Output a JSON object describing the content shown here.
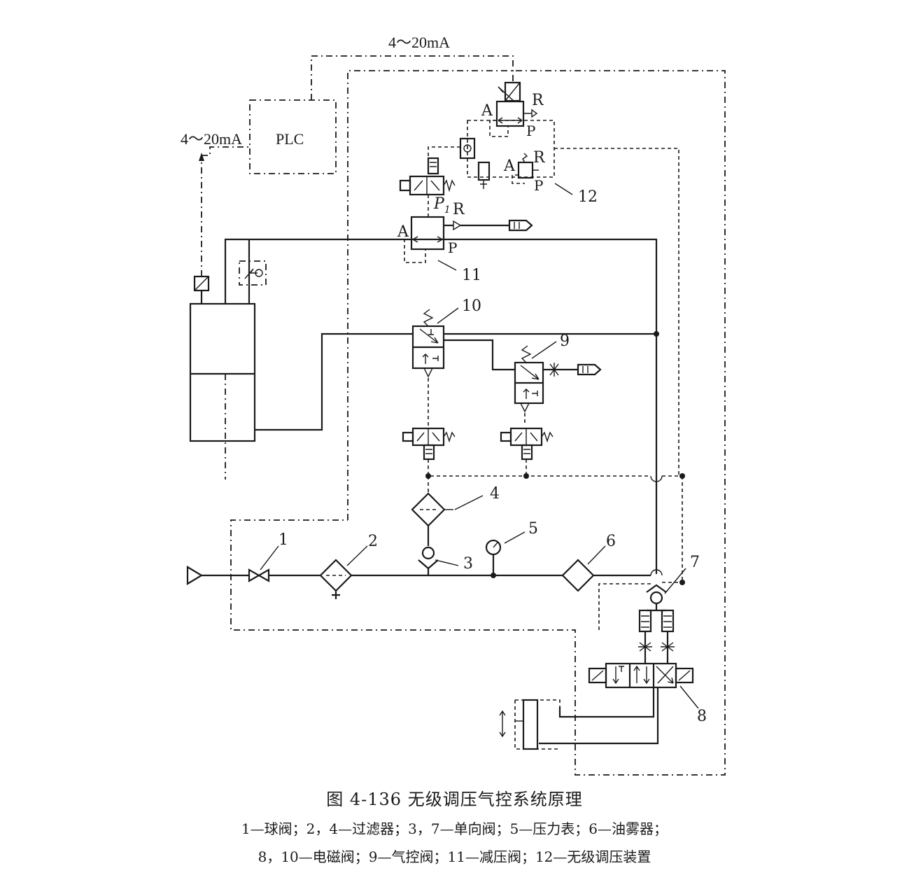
{
  "figure": {
    "title": "图 4-136   无级调压气控系统原理",
    "legend_line_1": "1—球阀；2，4—过滤器；3，7—单向阀；5—压力表；6—油雾器；",
    "legend_line_2": "8，10—电磁阀；9—气控阀；11—减压阀；12—无级调压装置"
  },
  "signals": {
    "top_current": "4～20mA",
    "left_current": "4～20mA"
  },
  "controller": {
    "label": "PLC"
  },
  "ports": {
    "a": "A",
    "p": "P",
    "r": "R",
    "p1": "P",
    "p1_sub": "1"
  },
  "component_numbers": [
    "1",
    "2",
    "3",
    "4",
    "5",
    "6",
    "7",
    "8",
    "9",
    "10",
    "11",
    "12"
  ]
}
